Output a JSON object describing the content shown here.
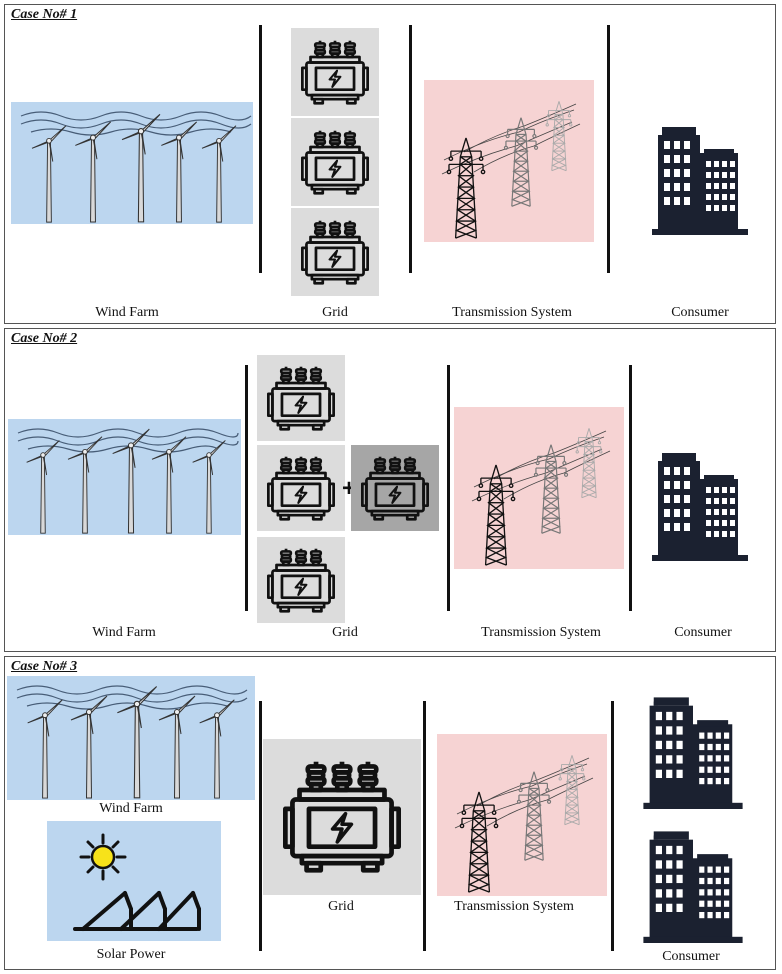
{
  "cases": [
    {
      "title": "Case No# 1",
      "wind_label": "Wind Farm",
      "grid_label": "Grid",
      "transmission_label": "Transmission System",
      "consumer_label": "Consumer"
    },
    {
      "title": "Case No# 2",
      "wind_label": "Wind Farm",
      "grid_label": "Grid",
      "transmission_label": "Transmission System",
      "consumer_label": "Consumer",
      "plus_symbol": "+"
    },
    {
      "title": "Case No# 3",
      "wind_label": "Wind Farm",
      "solar_label": "Solar Power",
      "grid_label": "Grid",
      "transmission_label": "Transmission System",
      "consumer_label": "Consumer"
    }
  ],
  "colors": {
    "wind_bg": "#bcd6ef",
    "transmission_bg": "#f6d3d3",
    "grid_bg": "#dcdcdc",
    "grid_added_bg": "#a6a6a6",
    "building": "#1b2130",
    "sun": "#f7e21a"
  },
  "icons": [
    "wind-turbine-icon",
    "transformer-icon",
    "transmission-tower-icon",
    "building-icon",
    "sun-icon",
    "solar-panel-icon"
  ]
}
